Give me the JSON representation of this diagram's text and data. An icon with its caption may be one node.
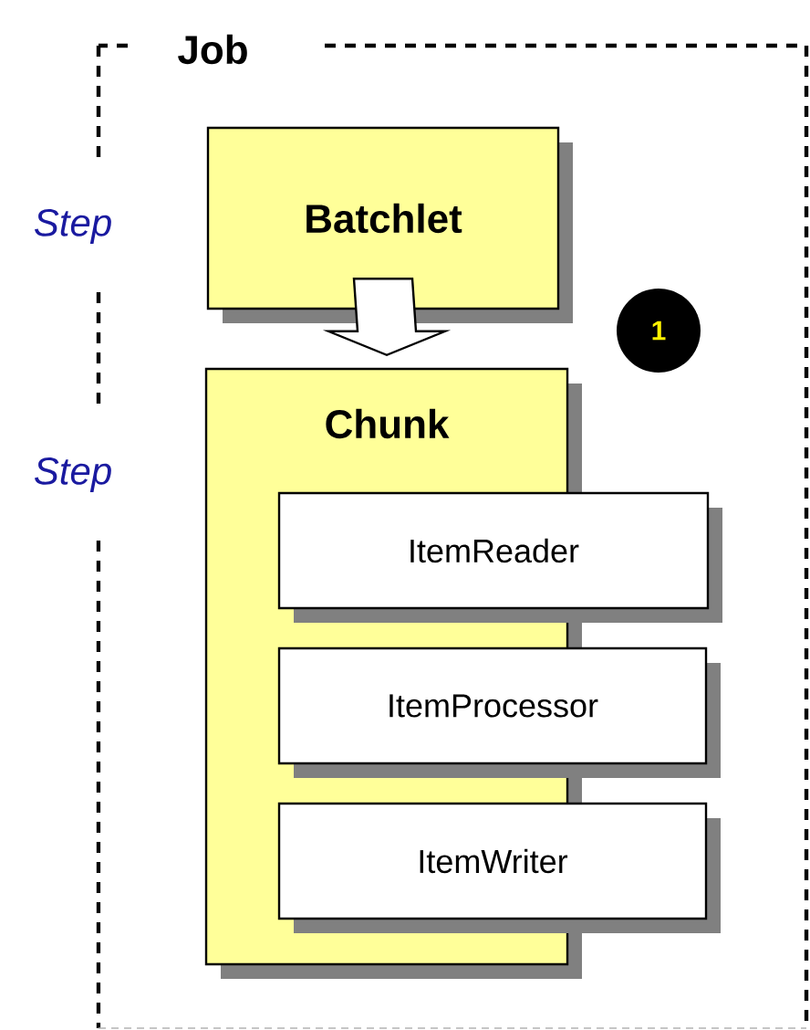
{
  "diagram": {
    "nodes": [
      {
        "text": [
          "Job"
        ]
      },
      {
        "text": [
          "Batchlet"
        ],
        "in": 0
      },
      {
        "text": [
          "Chunk"
        ],
        "in": 0
      },
      {
        "text": [
          "ItemReader"
        ],
        "in": 0
      },
      {
        "text": [
          "ItemProcessor"
        ],
        "in": 0
      },
      {
        "text": [
          "ItemWriter"
        ],
        "in": 0
      },
      {
        "text": [
          "1"
        ],
        "in": 0
      }
    ],
    "edges": [
      {
        "from": 1,
        "to": 2,
        "arrow": "to"
      }
    ],
    "labels": [
      "Step",
      "Step"
    ]
  }
}
